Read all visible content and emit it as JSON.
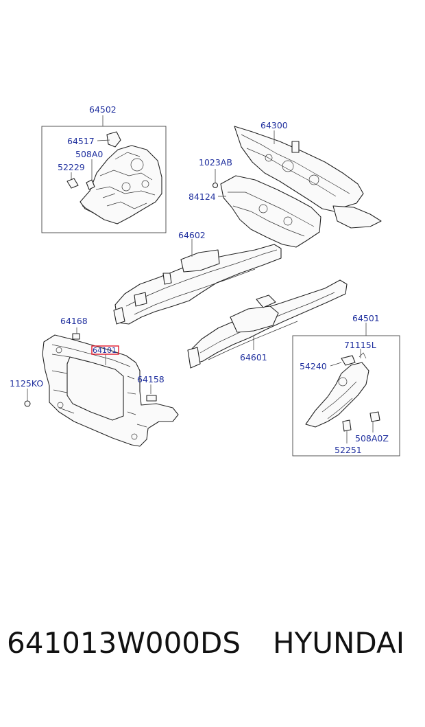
{
  "labels": {
    "l64502": "64502",
    "l64517": "64517",
    "l508A0": "508A0",
    "l52229": "52229",
    "l64300": "64300",
    "l1023AB": "1023AB",
    "l84124": "84124",
    "l64602": "64602",
    "l64168": "64168",
    "l64101": "64101",
    "l64158": "64158",
    "l1125KO": "1125KO",
    "l64601": "64601",
    "l64501": "64501",
    "l71115L": "71115L",
    "l54240": "54240",
    "l508A0Z": "508A0Z",
    "l52251": "52251"
  },
  "caption": {
    "part_number": "641013W000DS",
    "brand": "HYUNDAI"
  },
  "colors": {
    "label": "#1f2f9e",
    "highlight": "#e0182b",
    "line": "#222222"
  }
}
